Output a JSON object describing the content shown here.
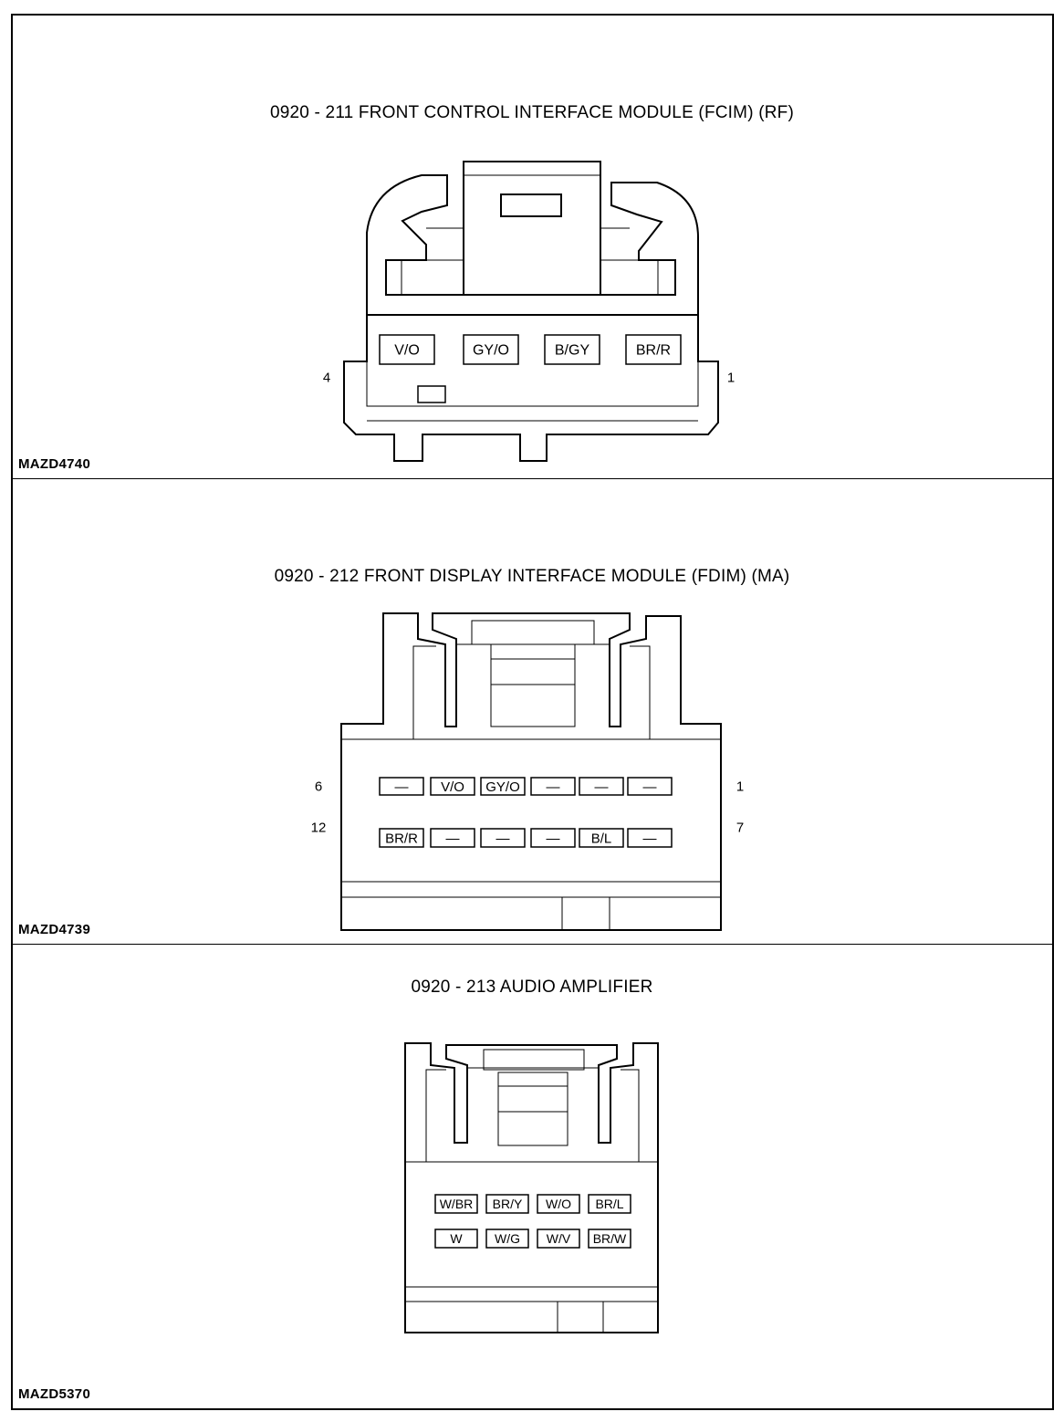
{
  "sections": [
    {
      "title": "0920 - 211 FRONT CONTROL INTERFACE MODULE (FCIM) (RF)",
      "code": "MAZD4740",
      "pin_left": "4",
      "pin_right": "1",
      "terminals": [
        "V/O",
        "GY/O",
        "B/GY",
        "BR/R"
      ]
    },
    {
      "title": "0920 - 212 FRONT DISPLAY INTERFACE MODULE (FDIM) (MA)",
      "code": "MAZD4739",
      "pin_top_left": "6",
      "pin_top_right": "1",
      "pin_bottom_left": "12",
      "pin_bottom_right": "7",
      "row_top": [
        "—",
        "V/O",
        "GY/O",
        "—",
        "—",
        "—"
      ],
      "row_bottom": [
        "BR/R",
        "—",
        "—",
        "—",
        "B/L",
        "—"
      ]
    },
    {
      "title": "0920 - 213 AUDIO AMPLIFIER",
      "code": "MAZD5370",
      "row_top": [
        "W/BR",
        "BR/Y",
        "W/O",
        "BR/L"
      ],
      "row_bottom": [
        "W",
        "W/G",
        "W/V",
        "BR/W"
      ]
    }
  ]
}
